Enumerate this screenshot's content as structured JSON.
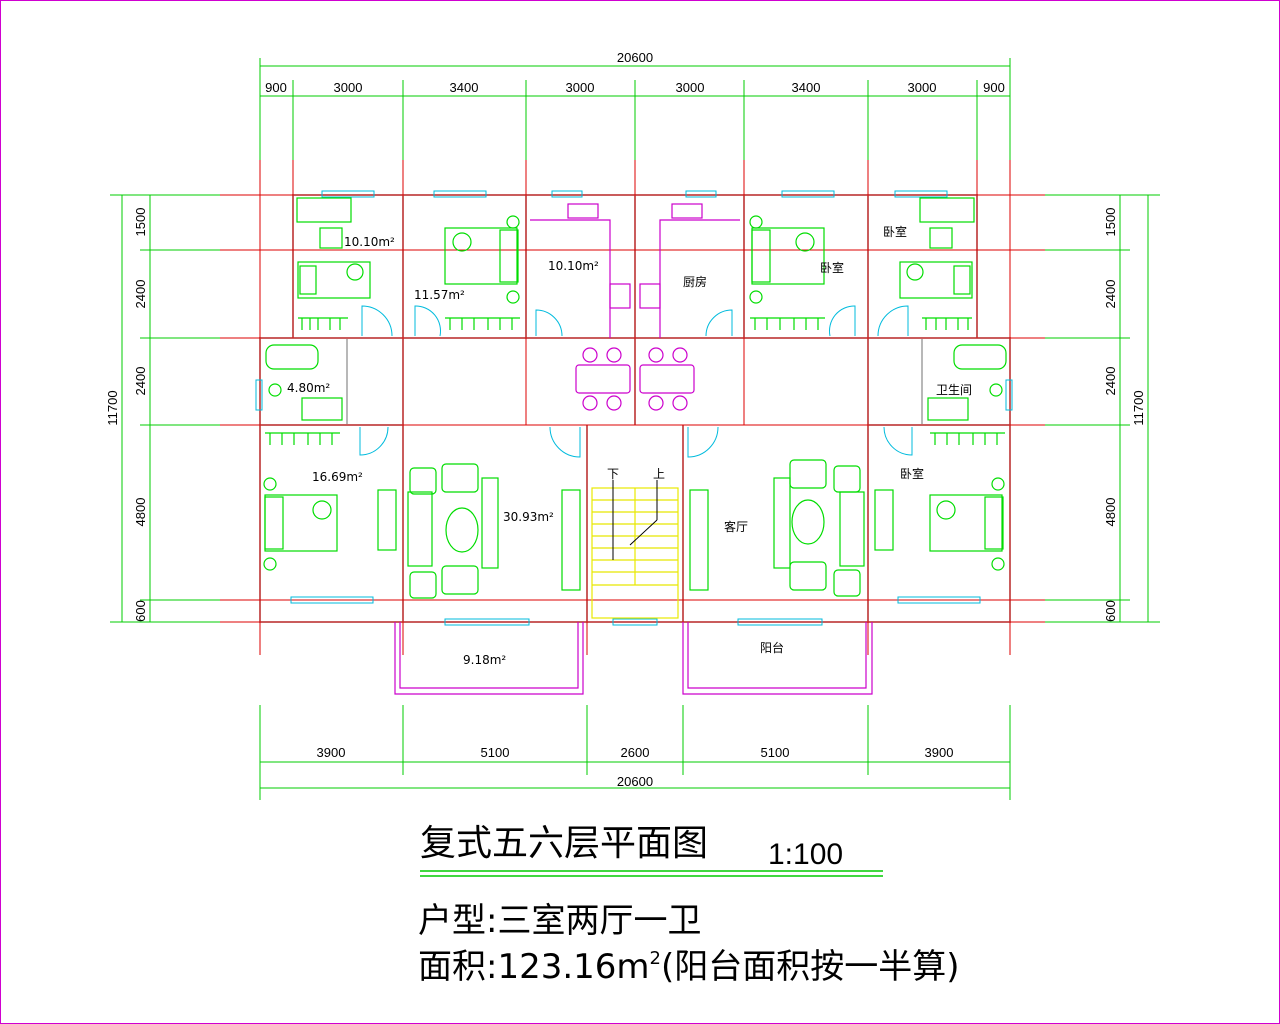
{
  "dims": {
    "top_total": "20600",
    "top_segments": [
      "900",
      "3000",
      "3400",
      "3000",
      "3000",
      "3400",
      "3000",
      "900"
    ],
    "bottom_segments": [
      "3900",
      "5100",
      "2600",
      "5100",
      "3900"
    ],
    "bottom_total": "20600",
    "left_segments": [
      "1500",
      "2400",
      "2400",
      "4800",
      "600"
    ],
    "left_total": "11700",
    "right_segments": [
      "1500",
      "2400",
      "2400",
      "4800",
      "600"
    ],
    "right_total": "11700"
  },
  "rooms": {
    "r1": "10.10m²",
    "r2": "11.57m²",
    "r3": "10.10m²",
    "kitchen": "厨房",
    "bed_r1": "卧室",
    "bed_r2": "卧室",
    "bath": "4.80m²",
    "wc": "卫生间",
    "bed_l": "16.69m²",
    "living": "30.93m²",
    "down": "下",
    "up": "上",
    "living_r": "客厅",
    "bed_r3": "卧室",
    "balcony_l": "9.18m²",
    "balcony_r": "阳台"
  },
  "title": {
    "main": "复式五六层平面图",
    "scale": "1:100",
    "type": "户型:三室两厅一卫",
    "area_prefix": "面积:123.16m",
    "area_sup": "2",
    "area_suffix": "(阳台面积按一半算)"
  },
  "colors": {
    "frame": "#d000d0",
    "dimension": "#00cc00",
    "axis": "#dd0000",
    "wall": "#c0c0c0",
    "furniture": "#00dd00",
    "door": "#00cccc",
    "balcony": "#cc00cc",
    "stair": "#ffff00"
  }
}
